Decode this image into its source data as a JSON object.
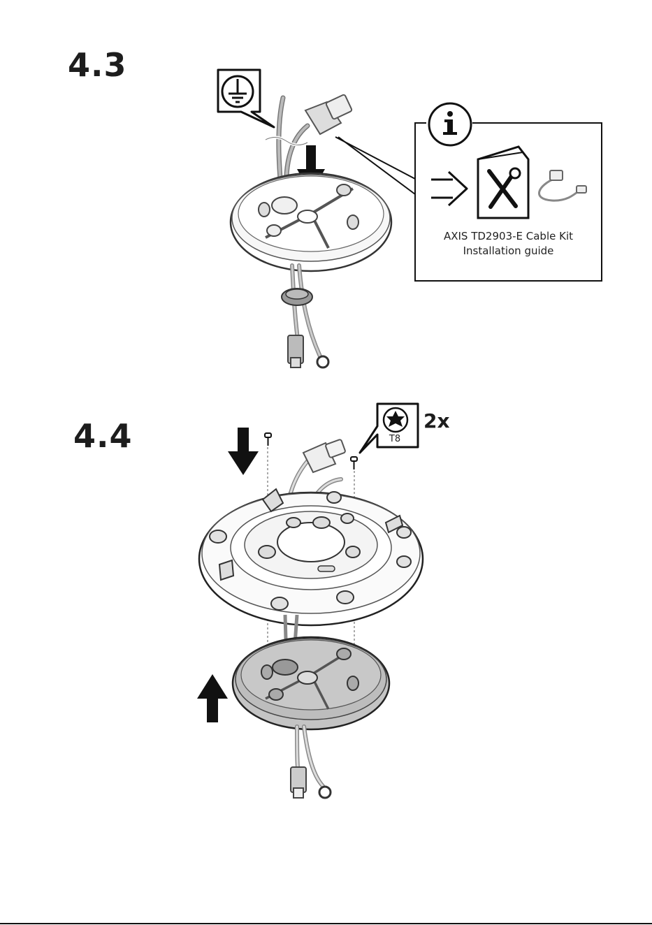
{
  "steps": [
    {
      "number": "4.3"
    },
    {
      "number": "4.4"
    }
  ],
  "info_callout": {
    "line1": "AXIS TD2903-E Cable Kit",
    "line2": "Installation guide",
    "icon": "info-icon"
  },
  "torx": {
    "bit": "T8",
    "quantity": "2x"
  },
  "icons": [
    "ground-icon",
    "info-icon",
    "arrow-right-icon",
    "manual-icon",
    "cable-kit-icon",
    "torx-icon",
    "arrow-down-icon",
    "arrow-up-icon",
    "screw-icon"
  ]
}
